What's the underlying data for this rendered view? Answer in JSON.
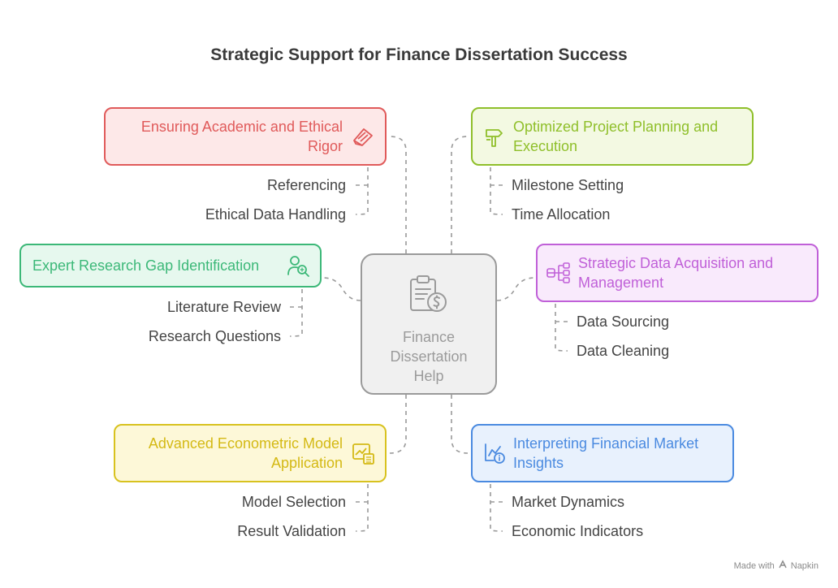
{
  "title": "Strategic Support for Finance Dissertation Success",
  "center": {
    "label": "Finance Dissertation Help",
    "icon": "clipboard-dollar-icon"
  },
  "branches": [
    {
      "id": "academic",
      "label": "Ensuring Academic and Ethical Rigor",
      "icon": "book-icon",
      "color": "#e05a5a",
      "fill": "#fde8e8",
      "items": [
        "Referencing",
        "Ethical Data Handling"
      ]
    },
    {
      "id": "research",
      "label": "Expert Research Gap Identification",
      "icon": "person-search-icon",
      "color": "#3cb878",
      "fill": "#e6f8ee",
      "items": [
        "Literature Review",
        "Research Questions"
      ]
    },
    {
      "id": "econometric",
      "label": "Advanced Econometric Model Application",
      "icon": "chart-calculator-icon",
      "color": "#d8c21f",
      "fill": "#fdf8d8",
      "items": [
        "Model Selection",
        "Result Validation"
      ]
    },
    {
      "id": "planning",
      "label": "Optimized Project Planning and Execution",
      "icon": "signpost-icon",
      "color": "#8fbf2a",
      "fill": "#f3f9e2",
      "items": [
        "Milestone Setting",
        "Time Allocation"
      ]
    },
    {
      "id": "data",
      "label": "Strategic Data Acquisition and Management",
      "icon": "database-flow-icon",
      "color": "#c060d8",
      "fill": "#f9eafc",
      "items": [
        "Data Sourcing",
        "Data Cleaning"
      ]
    },
    {
      "id": "market",
      "label": "Interpreting Financial Market Insights",
      "icon": "market-info-icon",
      "color": "#4a8ae0",
      "fill": "#e8f1fd",
      "items": [
        "Market Dynamics",
        "Economic Indicators"
      ]
    }
  ],
  "footer": {
    "text": "Made with",
    "brand": "Napkin"
  }
}
